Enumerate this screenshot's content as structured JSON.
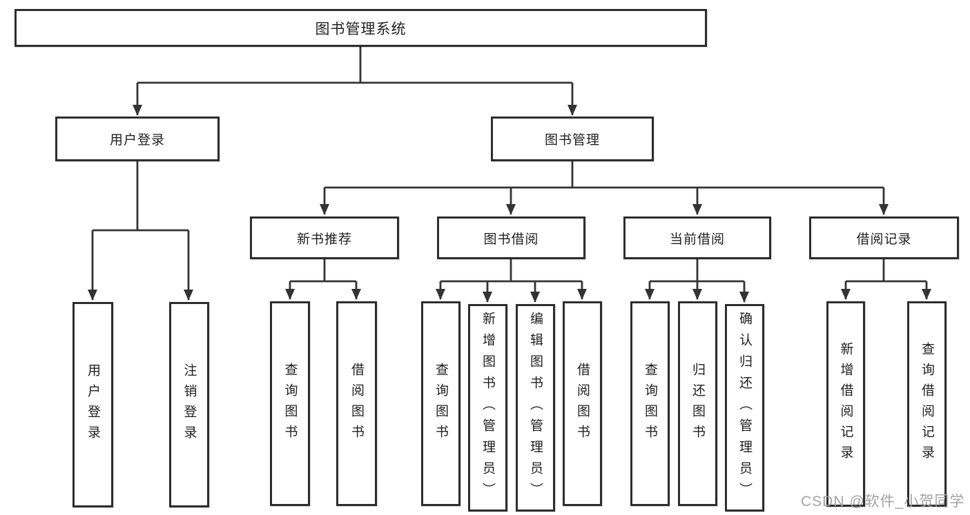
{
  "diagram_title": "图书管理系统",
  "colors": {
    "line": "#333333",
    "box_border": "#2d2d2d",
    "text": "#1f1f1f",
    "watermark": "#a3a3a3",
    "background": "#ffffff"
  },
  "tree": {
    "root": {
      "label": "图书管理系统"
    },
    "branches": [
      {
        "label": "用户登录",
        "children": [
          {
            "label": "用户登录"
          },
          {
            "label": "注销登录"
          }
        ]
      },
      {
        "label": "图书管理",
        "children": [
          {
            "label": "新书推荐",
            "children": [
              {
                "label": "查询图书"
              },
              {
                "label": "借阅图书"
              }
            ]
          },
          {
            "label": "图书借阅",
            "children": [
              {
                "label": "查询图书"
              },
              {
                "label": "新增图书（管理员）"
              },
              {
                "label": "编辑图书（管理员）"
              },
              {
                "label": "借阅图书"
              }
            ]
          },
          {
            "label": "当前借阅",
            "children": [
              {
                "label": "查询图书"
              },
              {
                "label": "归还图书"
              },
              {
                "label": "确认归还（管理员）"
              }
            ]
          },
          {
            "label": "借阅记录",
            "children": [
              {
                "label": "新增借阅记录"
              },
              {
                "label": "查询借阅记录"
              }
            ]
          }
        ]
      }
    ]
  },
  "watermark": {
    "text": "CSDN @软件_小贺同学"
  }
}
